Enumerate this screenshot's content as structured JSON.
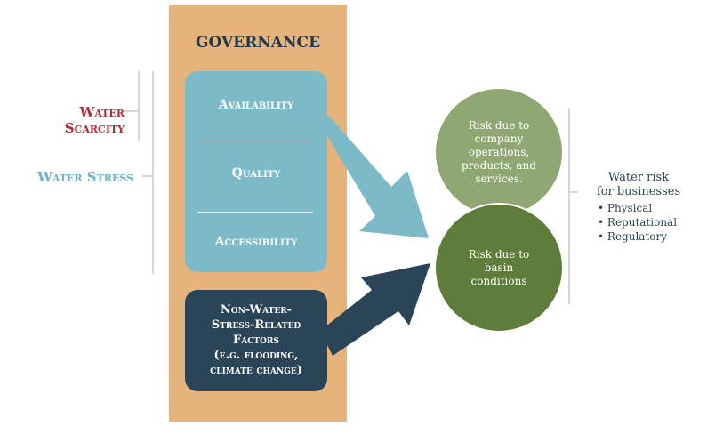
{
  "governance": {
    "title": "GOVERNANCE"
  },
  "water_stress": {
    "label": "Water Stress",
    "items": [
      "Availability",
      "Quality",
      "Accessibility"
    ]
  },
  "water_scarcity": {
    "line1": "Water",
    "line2": "Scarcity"
  },
  "non_water": {
    "lines": [
      "Non-Water-",
      "Stress-Related",
      "Factors",
      "(e.g. flooding,",
      "climate change)"
    ]
  },
  "risks": {
    "company": "Risk due to company operations, products, and services.",
    "basin": "Risk due to basin conditions"
  },
  "water_risk": {
    "title_line1": "Water risk",
    "title_line2": "for businesses",
    "types": [
      "Physical",
      "Reputational",
      "Regulatory"
    ]
  },
  "colors": {
    "governance": "#e6b37c",
    "stress": "#7dbac8",
    "non_water": "#294557",
    "company_circle": "#8fa873",
    "basin_circle": "#5f7d3a",
    "scarcity_text": "#b8292f"
  }
}
